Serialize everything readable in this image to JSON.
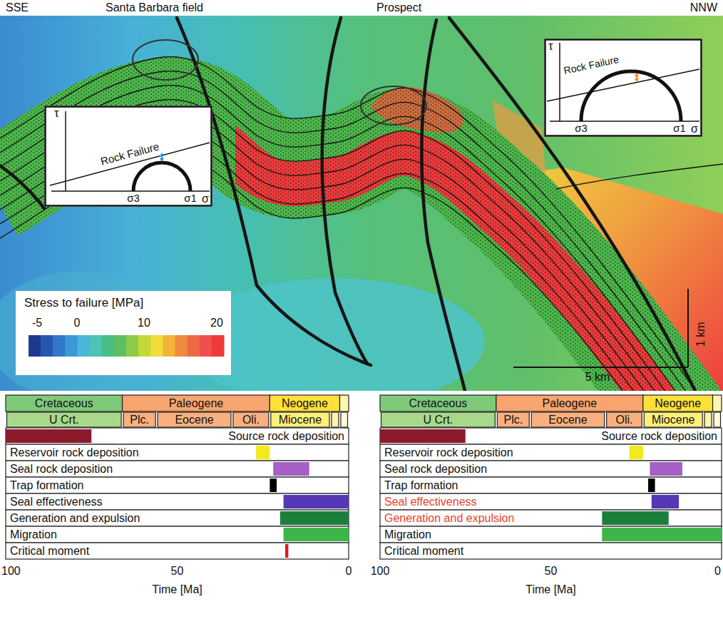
{
  "diagram": {
    "nodes": [
      {
        "text": [
          "τ",
          "Rock Failure",
          "σ3",
          "σ1",
          "σ"
        ]
      },
      {
        "text": [
          "τ",
          "Rock Failure",
          "σ3",
          "σ1",
          "σ"
        ]
      },
      {
        "text": [
          "Stress to failure [MPa]",
          "-5",
          "0",
          "10",
          "20"
        ]
      }
    ],
    "labels": [
      "SSE",
      "Santa Barbara field",
      "Prospect",
      "NNW",
      "1 km",
      "5 km",
      "Cretaceous",
      "Paleogene",
      "Neogene",
      "U Crt.",
      "Plc.",
      "Eocene",
      "Oli.",
      "Miocene",
      "Source rock deposition",
      "Reservoir rock deposition",
      "Seal rock deposition",
      "Trap formation",
      "Seal effectiveness",
      "Generation and expulsion",
      "Migration",
      "Critical moment",
      "100",
      "50",
      "0",
      "Time [Ma]",
      "Cretaceous",
      "Paleogene",
      "Neogene",
      "U Crt.",
      "Plc.",
      "Eocene",
      "Oli.",
      "Miocene",
      "Source rock deposition",
      "Reservoir rock deposition",
      "Seal rock deposition",
      "Trap formation",
      "Seal effectiveness",
      "Generation and expulsion",
      "Migration",
      "Critical moment",
      "100",
      "50",
      "0",
      "Time [Ma]"
    ]
  }
}
